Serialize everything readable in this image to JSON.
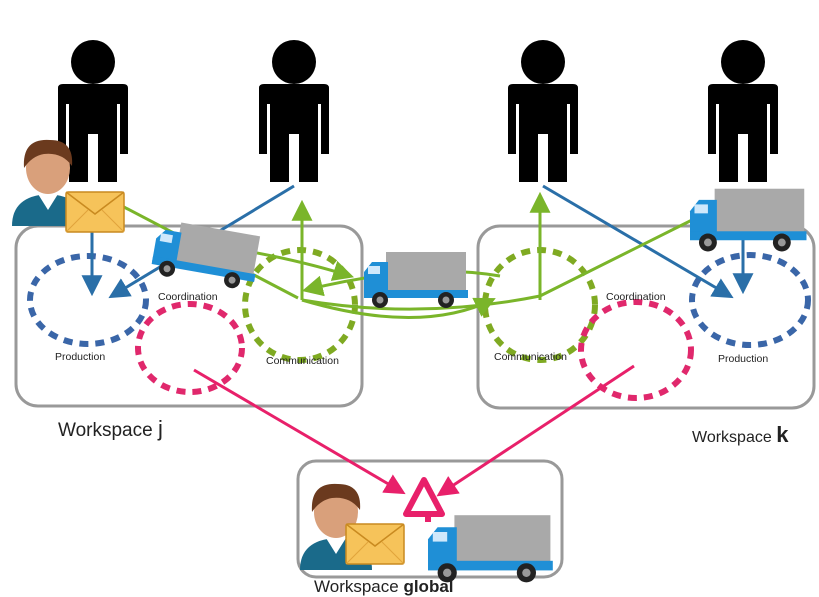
{
  "workspaces": {
    "j": {
      "label_prefix": "Workspace ",
      "label_name": "j"
    },
    "k": {
      "label_prefix": "Workspace ",
      "label_name": "k"
    },
    "global": {
      "label_prefix": "Workspace ",
      "label_name": "global"
    }
  },
  "circles": {
    "production_j": "Production",
    "coordination_j": "Coordination",
    "communication_j": "Communication",
    "communication_k": "Communication",
    "coordination_k": "Coordination",
    "production_k": "Production"
  },
  "colors": {
    "production": "#3a66a8",
    "coordination": "#e0286c",
    "communication": "#7faa22",
    "arrow_blue": "#2a6fa8",
    "arrow_green": "#7ab52a",
    "arrow_pink": "#e8206a",
    "box_stroke": "#999999"
  },
  "icons": [
    "person-silhouette-icon",
    "user-avatar-icon",
    "envelope-icon",
    "truck-icon"
  ]
}
